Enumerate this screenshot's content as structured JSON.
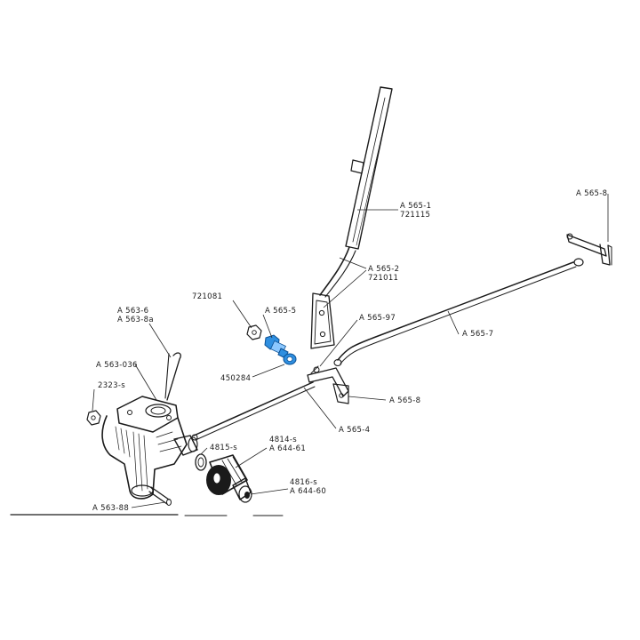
{
  "labels": {
    "a565_1": "A 565-1",
    "n721115": "721115",
    "a565_2": "A 565-2",
    "n721011": "721011",
    "a565_8_top": "A 565-8",
    "a565_7": "A 565-7",
    "a565_97": "A 565-97",
    "a565_8_mid": "A 565-8",
    "a565_4": "A 565-4",
    "n721081": "721081",
    "a565_5": "A 565-5",
    "n450284": "450284",
    "a563_6": "A 563-6",
    "a563_8a": "A 563-8a",
    "a563_036": "A 563-036",
    "n2323_s": "2323-s",
    "n4815_s": "4815-s",
    "n4814_s": "4814-s",
    "a644_61": "A 644-61",
    "n4816_s": "4816-s",
    "a644_60": "A 644-60",
    "a563_88": "A 563-88"
  },
  "colors": {
    "ink": "#1a1a1a",
    "highlight": "#2f8fe0",
    "highlight_edge": "#0b4f92"
  }
}
